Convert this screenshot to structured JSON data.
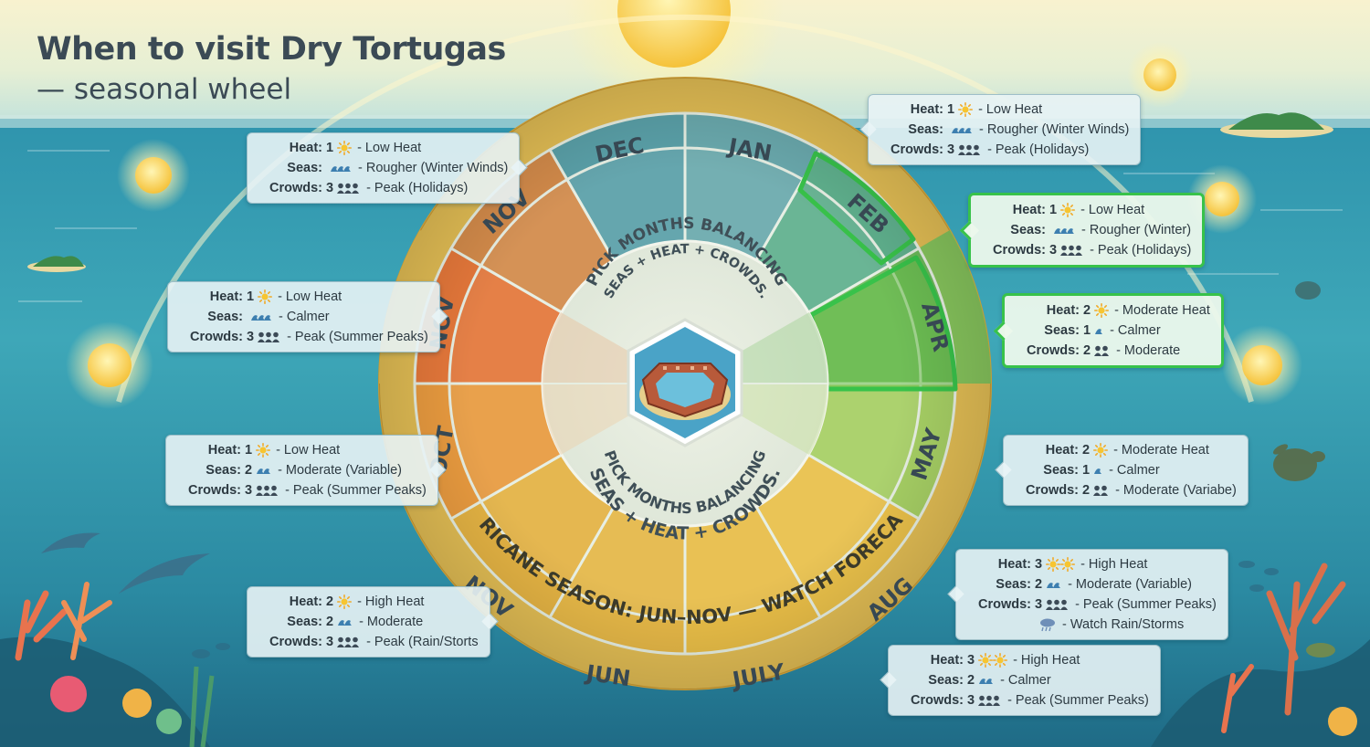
{
  "header": {
    "title": "When to visit Dry Tortugas",
    "subtitle": "— seasonal wheel"
  },
  "wheel": {
    "months": [
      {
        "key": "dec",
        "label": "DEC"
      },
      {
        "key": "jan",
        "label": "JAN"
      },
      {
        "key": "feb",
        "label": "FEB"
      },
      {
        "key": "apr",
        "label": "APR"
      },
      {
        "key": "may",
        "label": "MAY"
      },
      {
        "key": "aug",
        "label": "AUG"
      },
      {
        "key": "july",
        "label": "JULY"
      },
      {
        "key": "jun",
        "label": "JUN"
      },
      {
        "key": "nov-outer",
        "label": "NOV"
      },
      {
        "key": "oct",
        "label": "OCT"
      },
      {
        "key": "nov-mid",
        "label": "NOV"
      },
      {
        "key": "nov-top",
        "label": "NOV"
      }
    ],
    "center_top": [
      "PICK MONTHS BALANCING",
      "SEAS + HEAT + CROWDS."
    ],
    "center_bottom": [
      "PICK MONTHS BALANCING",
      "SEAS + HEAT + CROWDS."
    ],
    "hurricane_band": "HURRICANE SEASON: JUN–NOV — WATCH FORECASTS",
    "colors": {
      "winter": "#5fa6ad",
      "spring_green": "#7fc35d",
      "highlight": "#38c24a",
      "summer_gold": "#e9be45",
      "fall_orange": "#e3793a",
      "center": "#e3ece2"
    }
  },
  "labels": {
    "heat": "Heat:",
    "seas": "Seas:",
    "crowds": "Crowds:"
  },
  "cards": [
    {
      "id": "jan",
      "heat": "1",
      "heat_icon": "sun-icon",
      "heat_desc": "- Low Heat",
      "seas_desc": "- Rougher (Winter Winds)",
      "crowds": "3",
      "crowds_desc": "- Peak (Holidays)",
      "highlight": false
    },
    {
      "id": "feb",
      "heat": "1",
      "heat_icon": "sun-icon",
      "heat_desc": "- Low Heat",
      "seas_desc": "- Rougher (Winter)",
      "crowds": "3",
      "crowds_desc": "- Peak (Holidays)",
      "highlight": true
    },
    {
      "id": "apr",
      "heat": "2",
      "heat_icon": "sun-icon",
      "heat_desc": "- Moderate Heat",
      "seas": "1",
      "seas_desc": "- Calmer",
      "crowds": "2",
      "crowds_desc": "- Moderate",
      "highlight": true
    },
    {
      "id": "may",
      "heat": "2",
      "heat_icon": "sun-icon",
      "heat_desc": "- Moderate Heat",
      "seas": "1",
      "seas_desc": "- Calmer",
      "crowds": "2",
      "crowds_desc": "- Moderate (Variabe)",
      "highlight": false
    },
    {
      "id": "aug",
      "heat": "3",
      "heat_icon": "two-suns-icon",
      "heat_desc": "- High Heat",
      "seas": "2",
      "seas_desc": "- Moderate (Variable)",
      "crowds": "3",
      "crowds_desc": "- Peak (Summer Peaks)",
      "extra": "- Watch Rain/Storms",
      "highlight": false
    },
    {
      "id": "july",
      "heat": "3",
      "heat_icon": "two-suns-icon",
      "heat_desc": "- High Heat",
      "seas": "2",
      "seas_desc": "- Calmer",
      "crowds": "3",
      "crowds_desc": "- Peak (Summer Peaks)",
      "highlight": false
    },
    {
      "id": "dec",
      "heat": "1",
      "heat_icon": "sun-icon",
      "heat_desc": "- Low Heat",
      "seas_desc": "- Rougher (Winter Winds)",
      "crowds": "3",
      "crowds_desc": "- Peak (Holidays)",
      "highlight": false
    },
    {
      "id": "nov-a",
      "heat": "1",
      "heat_icon": "sun-icon",
      "heat_desc": "- Low Heat",
      "seas_desc": "- Calmer",
      "crowds": "3",
      "crowds_desc": "- Peak (Summer Peaks)",
      "highlight": false
    },
    {
      "id": "oct",
      "heat": "1",
      "heat_icon": "sun-icon",
      "heat_desc": "- Low Heat",
      "seas": "2",
      "seas_desc": "- Moderate (Variable)",
      "crowds": "3",
      "crowds_desc": "- Peak (Summer Peaks)",
      "highlight": false
    },
    {
      "id": "jun",
      "heat": "2",
      "heat_icon": "sun-icon",
      "heat_desc": "- High Heat",
      "seas": "2",
      "seas_desc": "- Moderate",
      "crowds": "3",
      "crowds_desc": "- Peak (Rain/Storts",
      "highlight": false
    }
  ]
}
